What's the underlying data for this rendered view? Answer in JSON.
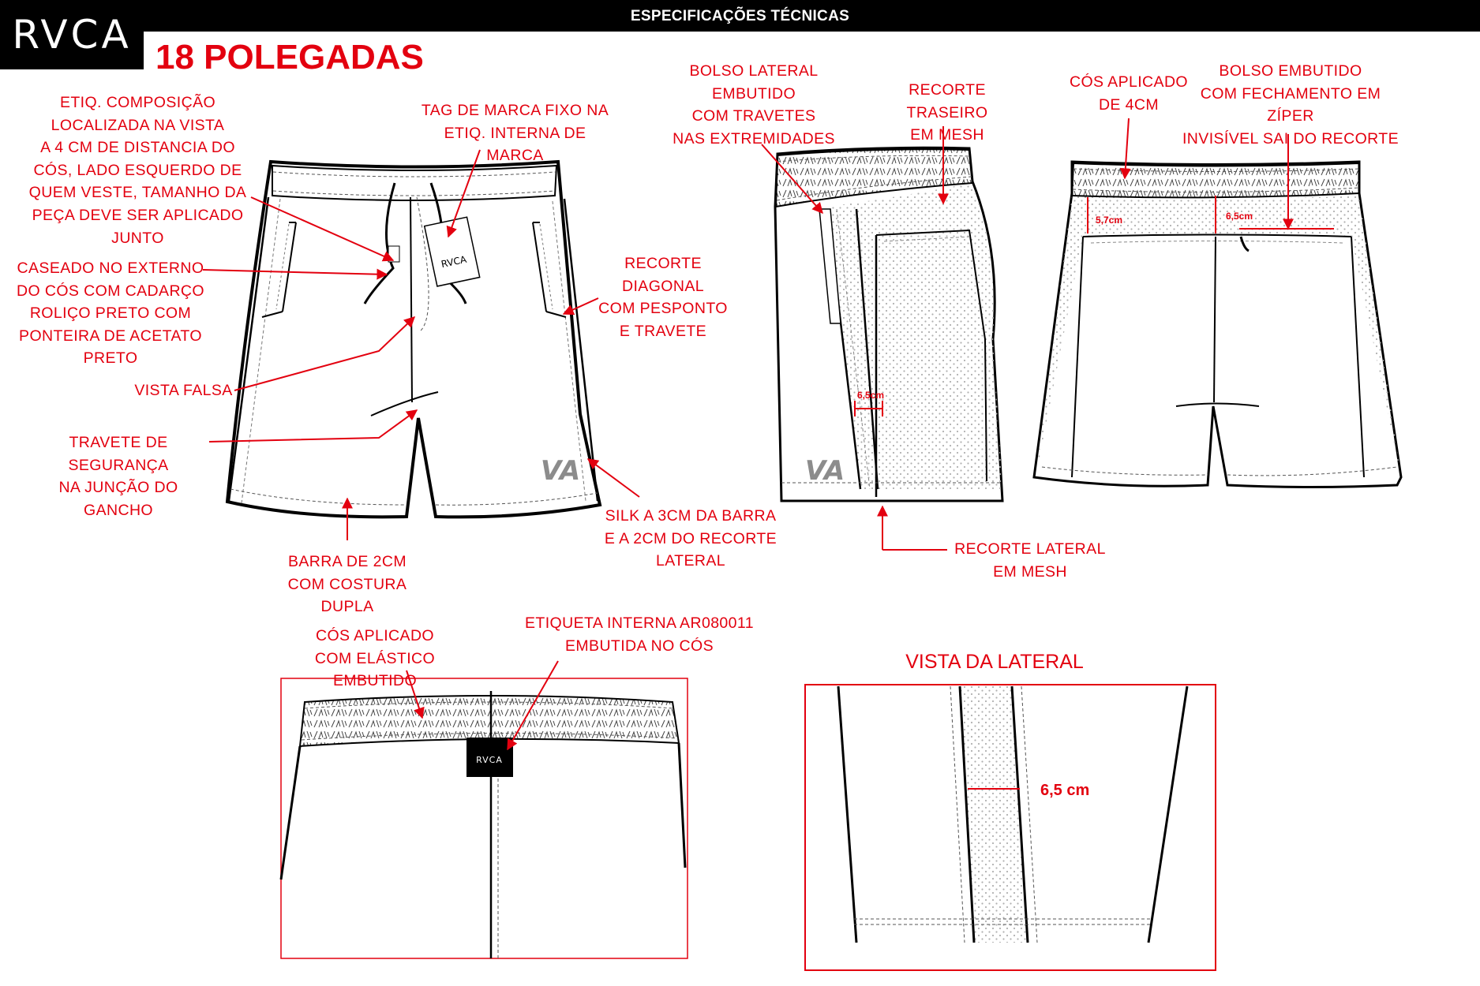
{
  "header": {
    "title": "ESPECIFICAÇÕES TÉCNICAS",
    "logo": "RVCA"
  },
  "page_title": "18 POLEGADAS",
  "notes": {
    "etiq_composicao": "ETIQ. COMPOSIÇÃO\nLOCALIZADA NA VISTA\nA 4 CM DE DISTANCIA DO\nCÓS, LADO ESQUERDO DE\nQUEM VESTE, TAMANHO DA\nPEÇA DEVE SER APLICADO JUNTO",
    "tag_marca": "TAG DE MARCA FIXO NA\nETIQ. INTERNA DE MARCA",
    "caseado": "CASEADO NO EXTERNO\nDO CÓS COM CADARÇO\nROLIÇO PRETO COM\nPONTEIRA DE ACETATO PRETO",
    "vista_falsa": "VISTA FALSA",
    "travete_seguranca": "TRAVETE DE SEGURANÇA\nNA JUNÇÃO DO GANCHO",
    "barra": "BARRA DE 2CM\nCOM COSTURA DUPLA",
    "recorte_diagonal": "RECORTE DIAGONAL\nCOM PESPONTO\nE TRAVETE",
    "silk": "SILK A 3CM DA BARRA\nE A 2CM DO RECORTE\nLATERAL",
    "bolso_lateral": "BOLSO  LATERAL EMBUTIDO\nCOM TRAVETES\nNAS EXTREMIDADES",
    "recorte_traseiro": "RECORTE TRASEIRO\nEM MESH",
    "recorte_lateral": "RECORTE LATERAL\nEM MESH",
    "cos_aplicado_4cm": "CÓS APLICADO\nDE 4CM",
    "bolso_embutido": "BOLSO EMBUTIDO\nCOM FECHAMENTO EM ZÍPER\nINVISÍVEL SAI DO RECORTE",
    "cos_elastico": "CÓS APLICADO\nCOM ELÁSTICO EMBUTIDO",
    "etiqueta_interna": "ETIQUETA INTERNA AR080011\nEMBUTIDA NO CÓS"
  },
  "measurements": {
    "side_mesh_width": "6,5cm",
    "back_waist_depth": "5,7cm",
    "back_pocket": "6,5cm",
    "lateral_view_mesh": "6,5 cm"
  },
  "sections": {
    "lateral_view_title": "VISTA DA LATERAL"
  },
  "labels": {
    "inner_label_brand": "RVCA",
    "hang_tag_brand": "RVCA",
    "silk_logo": "VA"
  },
  "colors": {
    "accent_red": "#e3000f",
    "outline": "#000000",
    "logo_gray": "#8c8c8c",
    "mesh_dot": "#b0b0b0"
  }
}
